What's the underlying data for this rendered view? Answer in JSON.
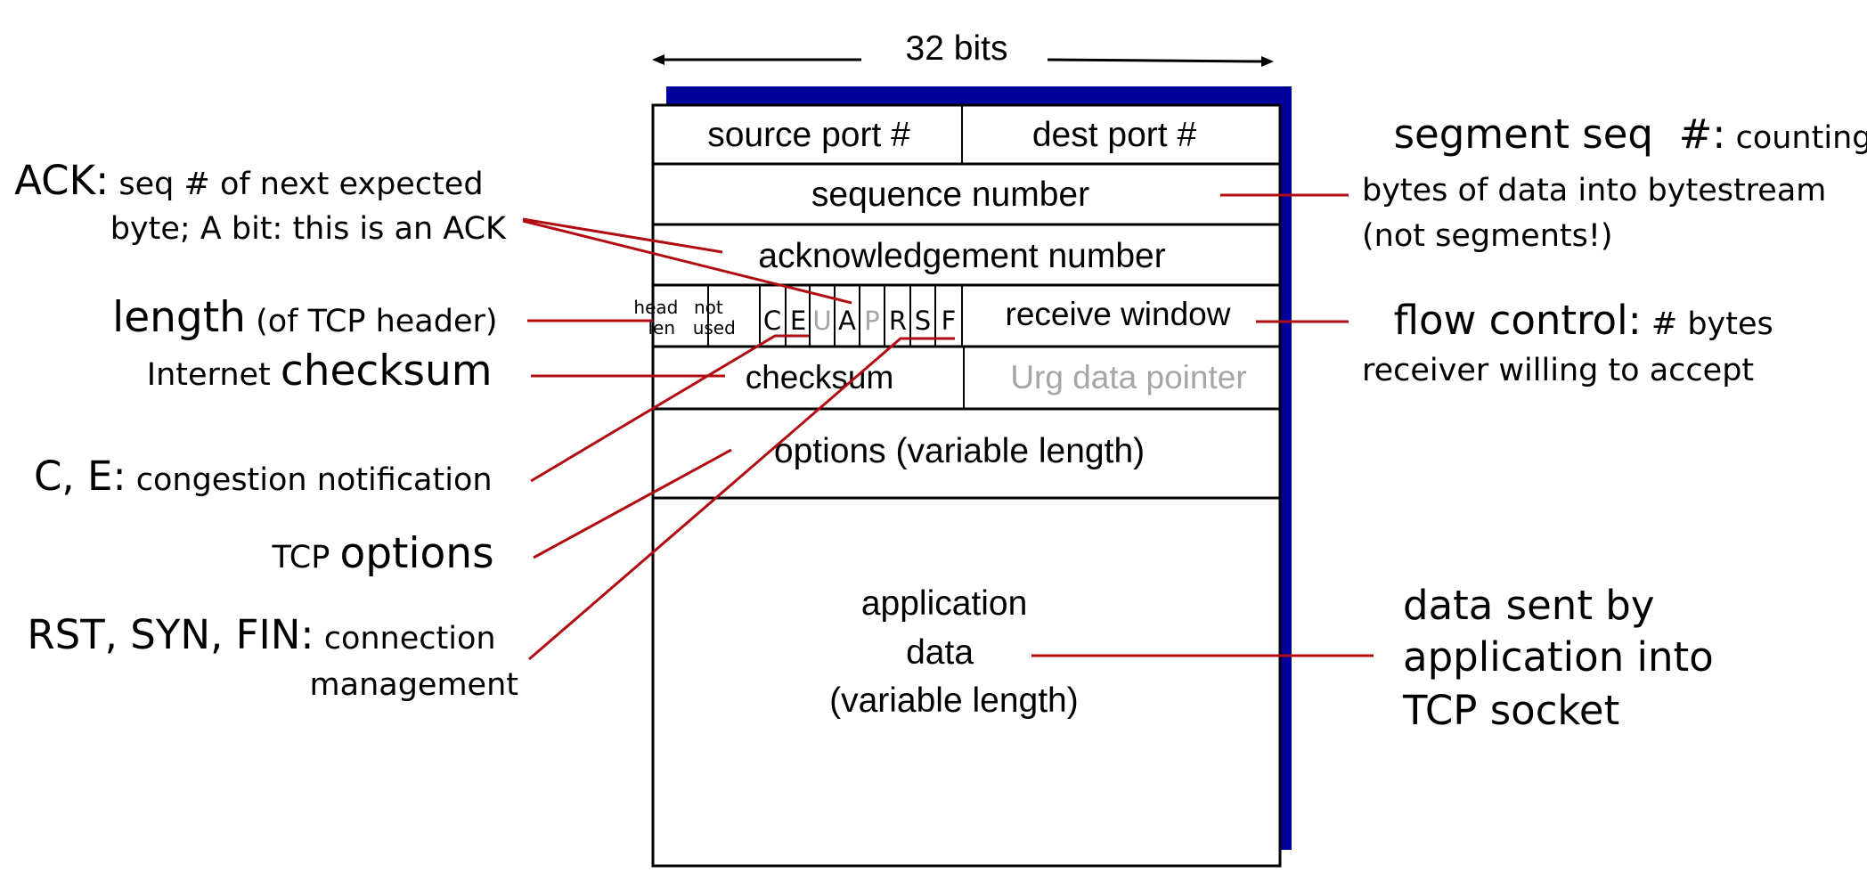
{
  "diagram": {
    "title": "TCP segment structure",
    "width_label": "32 bits",
    "colors": {
      "shadow": "#00009c",
      "callout_line": "#b00c12",
      "inactive_text": "#a6a6a6",
      "text": "#000000"
    },
    "fields": {
      "source_port": "source port #",
      "dest_port": "dest port #",
      "sequence_number": "sequence number",
      "ack_number": "acknowledgement number",
      "head_len": [
        "head",
        "len"
      ],
      "not_used": [
        "not",
        "used"
      ],
      "flags": [
        {
          "letter": "C",
          "active": true
        },
        {
          "letter": "E",
          "active": true
        },
        {
          "letter": "U",
          "active": false
        },
        {
          "letter": "A",
          "active": true
        },
        {
          "letter": "P",
          "active": false
        },
        {
          "letter": "R",
          "active": true
        },
        {
          "letter": "S",
          "active": true
        },
        {
          "letter": "F",
          "active": true
        }
      ],
      "receive_window": "receive window",
      "checksum": "checksum",
      "urg_pointer": "Urg data pointer",
      "options": "options (variable length)",
      "app_data": [
        "application",
        "data",
        "(variable length)"
      ]
    },
    "callouts_left": {
      "ack": {
        "bold": "ACK:",
        "line1": " seq # of next expected",
        "line2": "byte; A bit: this is an ACK"
      },
      "length": {
        "bold": "length",
        "rest": " (of TCP header)"
      },
      "checksum": {
        "pre": "Internet ",
        "bold": "checksum"
      },
      "ce": {
        "bold": "C, E:",
        "rest": " congestion notification"
      },
      "options": {
        "pre": "TCP ",
        "bold": "options"
      },
      "rsf": {
        "bold": "RST, SYN, FIN:",
        "line1": " connection",
        "line2": "management"
      }
    },
    "callouts_right": {
      "seq": {
        "bold": "segment seq  #:",
        "line1": " counting",
        "line2": "bytes of data into bytestream",
        "line3": "(not segments!)"
      },
      "flow": {
        "bold": "flow control:",
        "line1": " # bytes",
        "line2": "receiver willing to accept"
      },
      "app": {
        "line1": "data sent by",
        "line2": "application into",
        "line3": "TCP socket"
      }
    }
  }
}
